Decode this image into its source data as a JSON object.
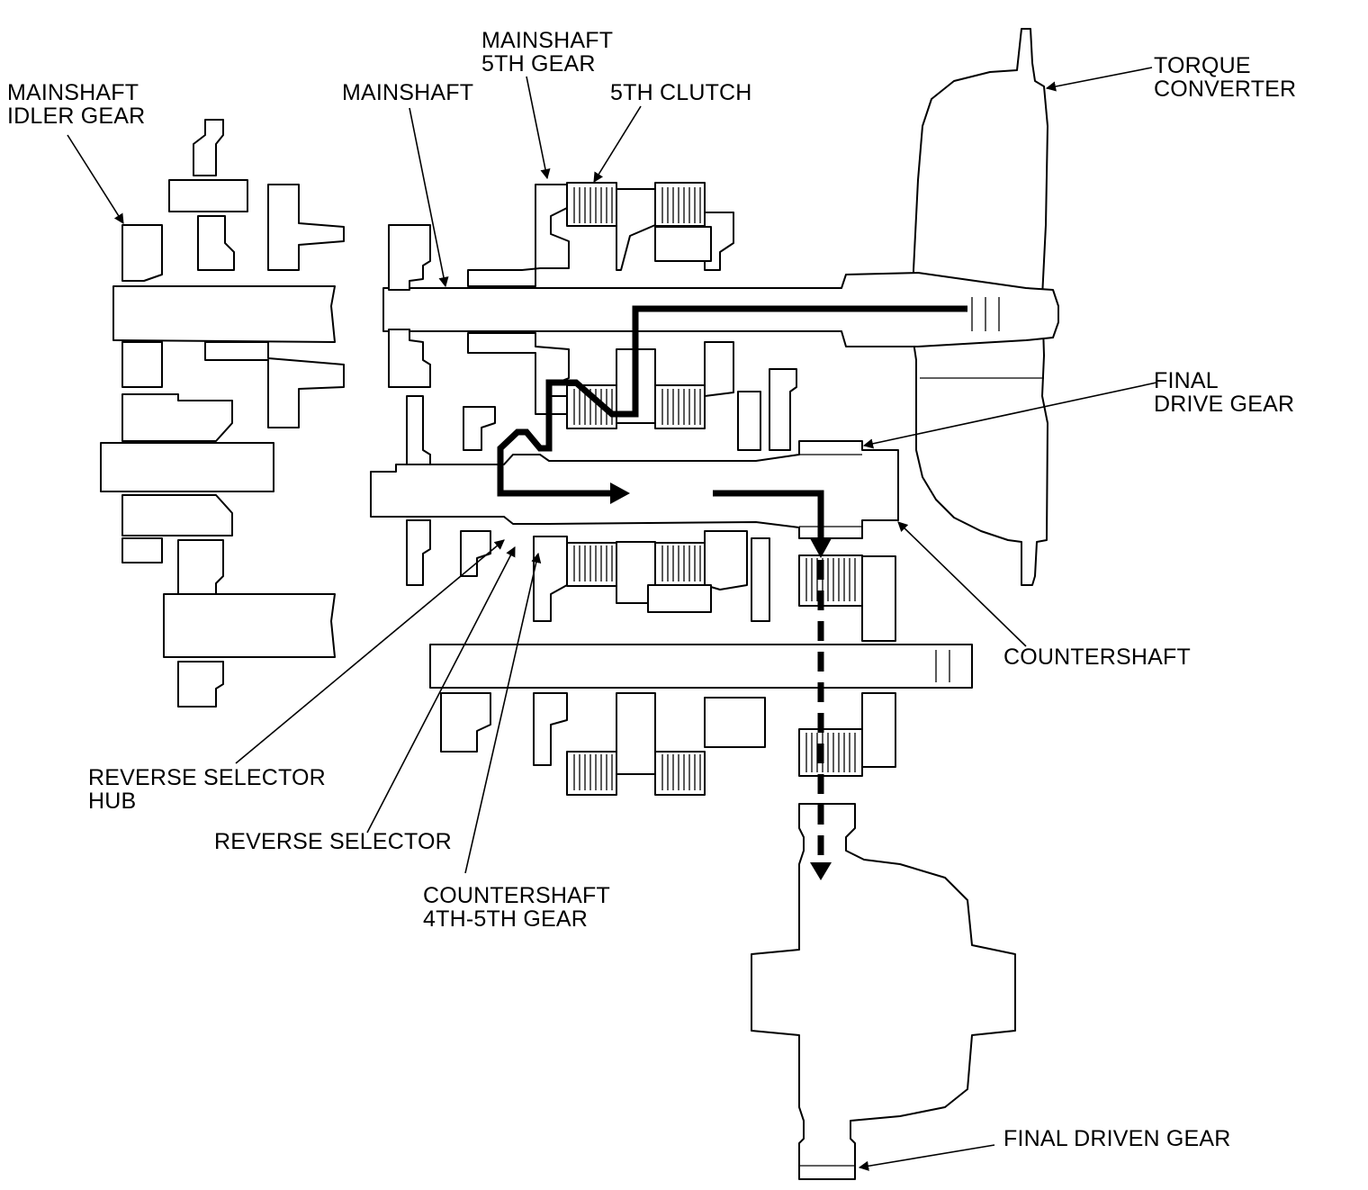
{
  "labels": {
    "mainshaft_idler_gear": [
      "MAINSHAFT",
      "IDLER GEAR"
    ],
    "mainshaft": "MAINSHAFT",
    "mainshaft_5th_gear": [
      "MAINSHAFT",
      "5TH GEAR"
    ],
    "fifth_clutch": "5TH CLUTCH",
    "torque_converter": [
      "TORQUE",
      "CONVERTER"
    ],
    "final_drive_gear": [
      "FINAL",
      "DRIVE GEAR"
    ],
    "countershaft": "COUNTERSHAFT",
    "reverse_selector_hub": [
      "REVERSE SELECTOR",
      "HUB"
    ],
    "reverse_selector": "REVERSE SELECTOR",
    "countershaft_4th_5th_gear": [
      "COUNTERSHAFT",
      "4TH-5TH GEAR"
    ],
    "final_driven_gear": "FINAL DRIVEN GEAR"
  },
  "colors": {
    "line": "#000000",
    "background": "#ffffff"
  },
  "icons": {
    "arrowhead": "filled-triangle-arrowhead"
  }
}
